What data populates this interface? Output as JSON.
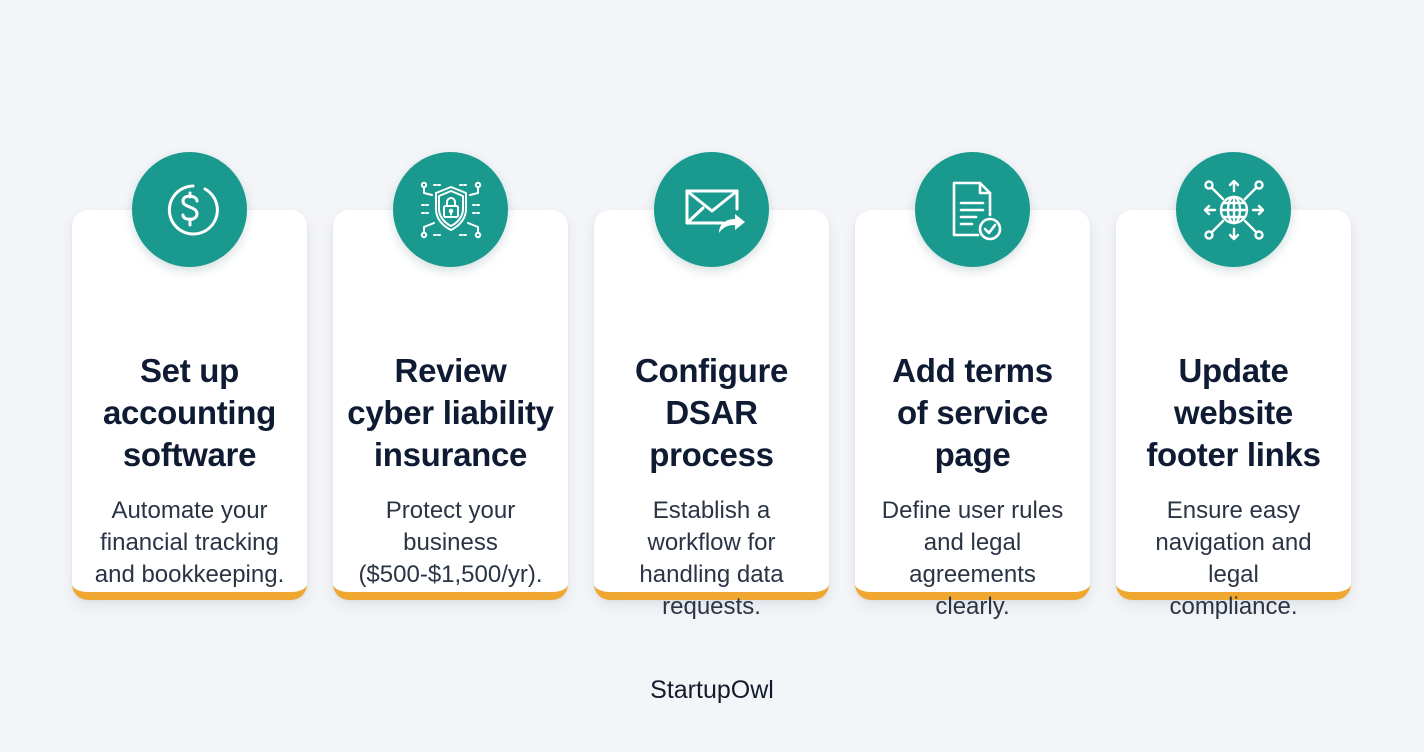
{
  "colors": {
    "background": "#f3f5f8",
    "card": "#ffffff",
    "accent_teal": "#1a9a8e",
    "accent_orange": "#f0a72f",
    "title_text": "#0f1b33",
    "body_text": "#2b3445"
  },
  "cards": [
    {
      "icon": "dollar-circle-icon",
      "title_lines": [
        "Set up",
        "accounting",
        "software"
      ],
      "desc_lines": [
        "Automate your",
        "financial tracking",
        "and bookkeeping."
      ]
    },
    {
      "icon": "shield-lock-circuit-icon",
      "title_lines": [
        "Review",
        "cyber liability",
        "insurance"
      ],
      "desc_lines": [
        "Protect your",
        "business",
        "($500-$1,500/yr)."
      ]
    },
    {
      "icon": "envelope-forward-icon",
      "title_lines": [
        "Configure",
        "DSAR",
        "process"
      ],
      "desc_lines": [
        "Establish a",
        "workflow for",
        "handling data",
        "requests."
      ]
    },
    {
      "icon": "document-check-icon",
      "title_lines": [
        "Add terms",
        "of service",
        "page"
      ],
      "desc_lines": [
        "Define user rules",
        "and legal",
        "agreements",
        "clearly."
      ]
    },
    {
      "icon": "globe-network-icon",
      "title_lines": [
        "Update",
        "website",
        "footer links"
      ],
      "desc_lines": [
        "Ensure easy",
        "navigation and",
        "legal",
        "compliance."
      ]
    }
  ],
  "footer": {
    "brand": "StartupOwl"
  }
}
